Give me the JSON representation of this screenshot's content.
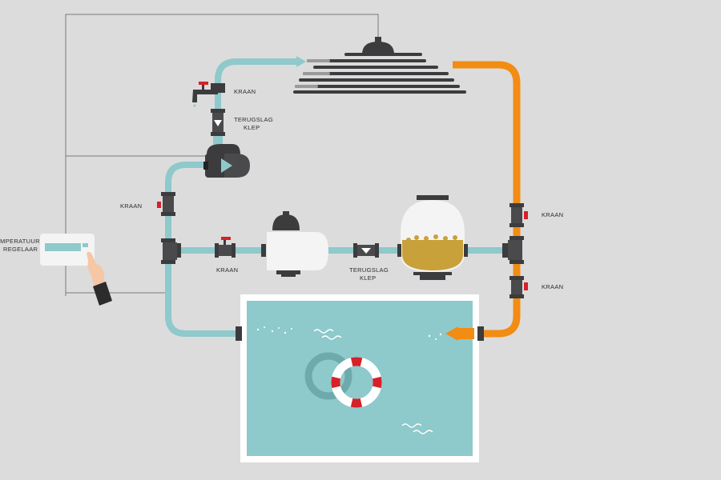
{
  "labels": {
    "kraan_tap": "KRAAN",
    "terugslag_top_1": "TERUGSLAG",
    "terugslag_top_2": "KLEP",
    "kraan_left": "KRAAN",
    "temp_1": "TEMPERATUUR",
    "temp_2": "REGELAAR",
    "kraan_bottom": "KRAAN",
    "terugslag_mid_1": "TERUGSLAG",
    "terugslag_mid_2": "KLEP",
    "kraan_right_top": "KRAAN",
    "kraan_right_bottom": "KRAAN"
  },
  "colors": {
    "background": "#dcdcdc",
    "cold_pipe": "#8ec9cb",
    "hot_pipe": "#f28c12",
    "pipe_fitting": "#3c3c3e",
    "valve_red": "#d6202a",
    "pool_water": "#8ec9cb",
    "pool_border": "#ffffff",
    "filter_sand": "#c9a13b",
    "wire": "#7a7a7a"
  },
  "icons": [
    "solar-collector-icon",
    "pump-icon",
    "sand-filter-icon",
    "tap-icon",
    "check-valve-icon",
    "thermostat-icon",
    "hand-icon",
    "lifebuoy-icon",
    "flow-arrow-icon"
  ]
}
